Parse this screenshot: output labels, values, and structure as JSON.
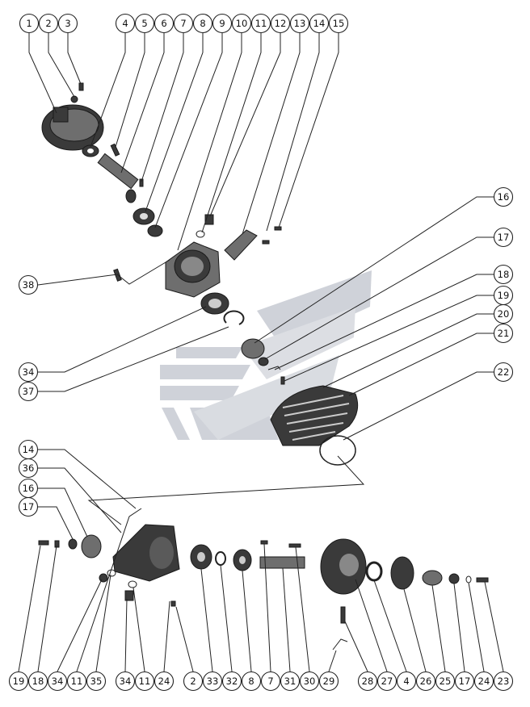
{
  "colors": {
    "line": "#222222",
    "watermark": "#c7cbd3",
    "part_dark": "#3a3a3a",
    "part_light": "#b9b9b9"
  },
  "callouts": {
    "top": [
      "1",
      "2",
      "3",
      "4",
      "5",
      "6",
      "7",
      "8",
      "9",
      "10",
      "11",
      "12",
      "13",
      "14",
      "15"
    ],
    "right": [
      "16",
      "17",
      "18",
      "19",
      "20",
      "21",
      "22"
    ],
    "left_upper": [
      "38",
      "34",
      "37"
    ],
    "left_lower": [
      "14",
      "36",
      "16",
      "17"
    ],
    "bottom": [
      "19",
      "18",
      "34",
      "11",
      "35",
      "34",
      "11",
      "24",
      "2",
      "33",
      "32",
      "8",
      "7",
      "31",
      "30",
      "29",
      "28",
      "27",
      "4",
      "26",
      "25",
      "17",
      "24",
      "23"
    ]
  }
}
